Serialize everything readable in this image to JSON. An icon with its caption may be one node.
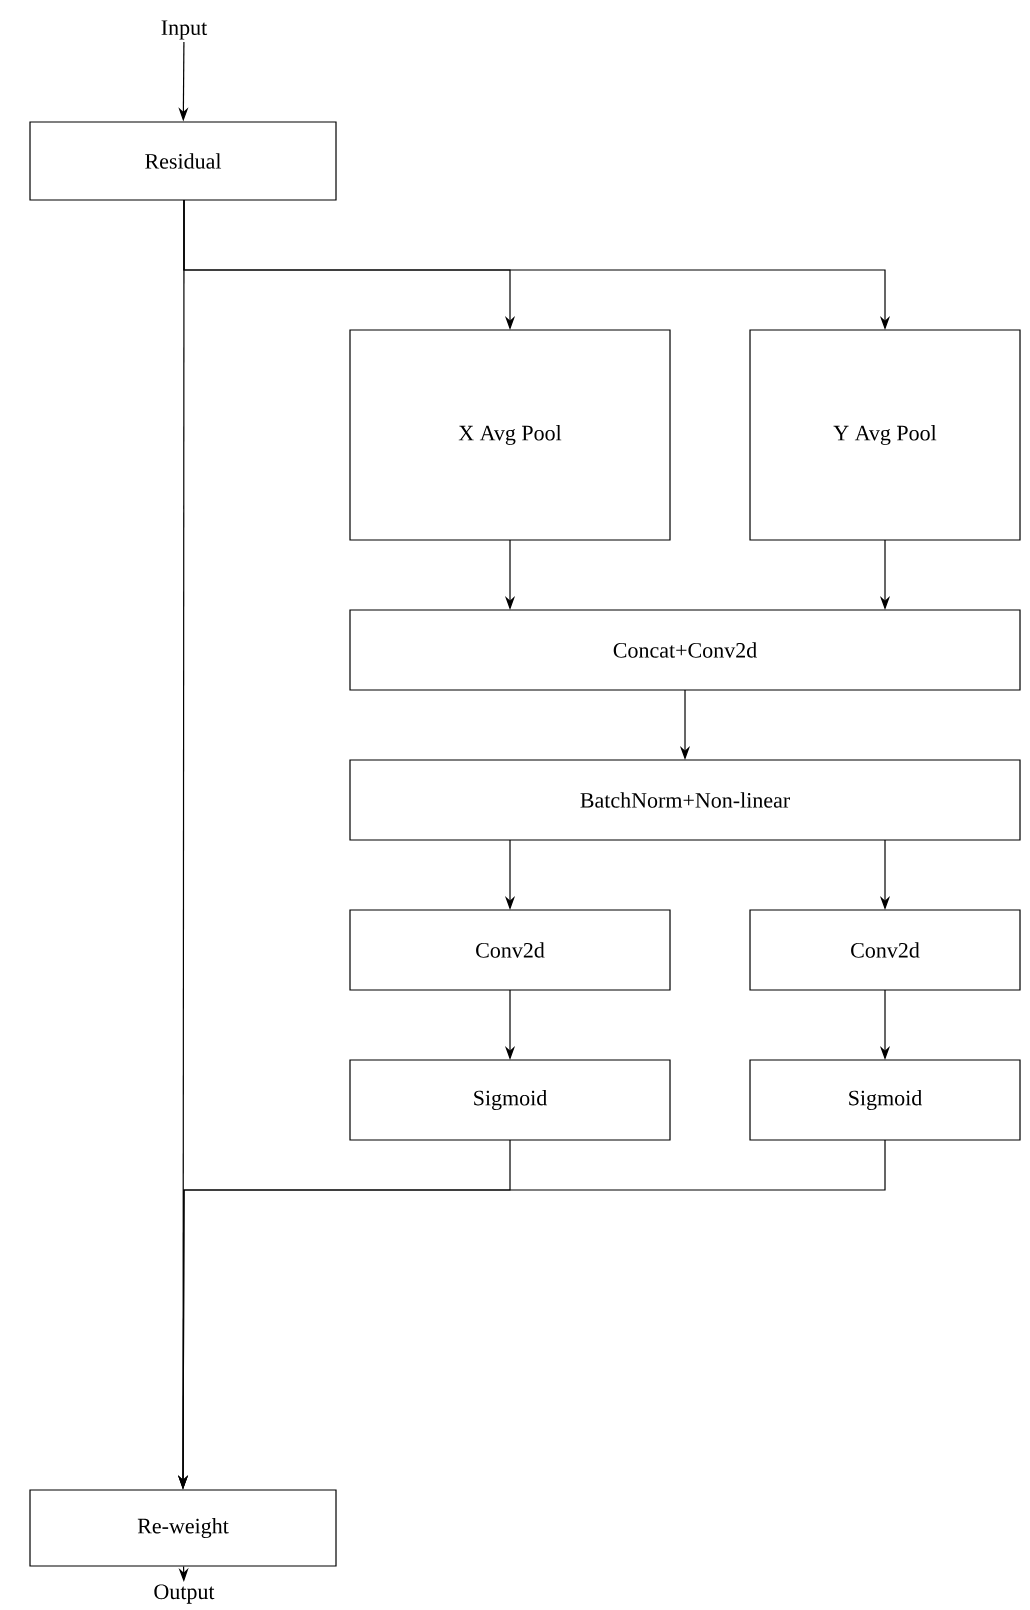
{
  "diagram": {
    "nodes": [
      {
        "text": [
          "Input"
        ]
      },
      {
        "text": [
          "Residual"
        ]
      },
      {
        "text": [
          "X Avg Pool"
        ]
      },
      {
        "text": [
          "Y Avg Pool"
        ]
      },
      {
        "text": [
          "Concat+Conv2d"
        ]
      },
      {
        "text": [
          "BatchNorm+Non-linear"
        ]
      },
      {
        "text": [
          "Conv2d"
        ]
      },
      {
        "text": [
          "Conv2d"
        ]
      },
      {
        "text": [
          "Sigmoid"
        ]
      },
      {
        "text": [
          "Sigmoid"
        ]
      },
      {
        "text": [
          "Re-weight"
        ]
      },
      {
        "text": [
          "Output"
        ]
      }
    ],
    "edges": [
      {
        "from": 0,
        "to": 1,
        "arrow": "to"
      },
      {
        "from": 1,
        "to": 10,
        "arrow": "to"
      },
      {
        "from": 1,
        "to": 2,
        "arrow": "to"
      },
      {
        "from": 1,
        "to": 3,
        "arrow": "to"
      },
      {
        "from": 2,
        "to": 4,
        "arrow": "to"
      },
      {
        "from": 3,
        "to": 4,
        "arrow": "to"
      },
      {
        "from": 4,
        "to": 5,
        "arrow": "to"
      },
      {
        "from": 5,
        "to": 6,
        "arrow": "to"
      },
      {
        "from": 5,
        "to": 7,
        "arrow": "to"
      },
      {
        "from": 6,
        "to": 8,
        "arrow": "to"
      },
      {
        "from": 7,
        "to": 9,
        "arrow": "to"
      },
      {
        "from": 8,
        "to": 10,
        "arrow": "to"
      },
      {
        "from": 9,
        "to": 10,
        "arrow": "to"
      },
      {
        "from": 10,
        "to": 11,
        "arrow": "to"
      }
    ]
  }
}
